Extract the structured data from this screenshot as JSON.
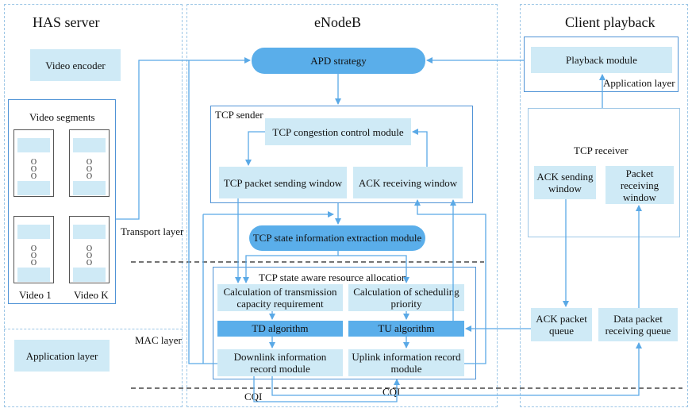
{
  "has_server": {
    "title": "HAS server",
    "video_encoder": "Video encoder",
    "video_segments": "Video segments",
    "video_1": "Video 1",
    "video_k": "Video K",
    "application_layer": "Application layer",
    "dot": "O"
  },
  "enodeb": {
    "title": "eNodeB",
    "apd_strategy": "APD strategy",
    "tcp_sender": "TCP sender",
    "congestion_control": "TCP congestion control module",
    "packet_sending_window": "TCP packet sending window",
    "ack_receiving_window": "ACK receiving window",
    "state_extraction": "TCP state information extraction module",
    "resource_allocation": "TCP state aware resource allocation",
    "transmission_capacity_1": "Calculation of transmission",
    "transmission_capacity_2": "capacity requirement",
    "scheduling_priority_1": "Calculation of scheduling",
    "scheduling_priority_2": "priority",
    "td_algorithm": "TD algorithm",
    "tu_algorithm": "TU algorithm",
    "downlink_record_1": "Downlink information",
    "downlink_record_2": "record module",
    "uplink_record_1": "Uplink information record",
    "uplink_record_2": "module"
  },
  "client": {
    "title": "Client playback",
    "playback_module": "Playback module",
    "application_layer": "Application layer",
    "tcp_receiver": "TCP receiver",
    "ack_sending_window_1": "ACK sending",
    "ack_sending_window_2": "window",
    "packet_receiving_window_1": "Packet",
    "packet_receiving_window_2": "receiving",
    "packet_receiving_window_3": "window",
    "ack_packet_queue_1": "ACK packet",
    "ack_packet_queue_2": "queue",
    "data_packet_queue_1": "Data packet",
    "data_packet_queue_2": "receiving queue"
  },
  "layers": {
    "transport": "Transport layer",
    "mac": "MAC layer",
    "cqi": "CQI"
  },
  "colors": {
    "arrow": "#5aa9e6",
    "dark_box": "#5aaeea",
    "light_box": "#cfeaf6",
    "border": "#4f93d6"
  }
}
